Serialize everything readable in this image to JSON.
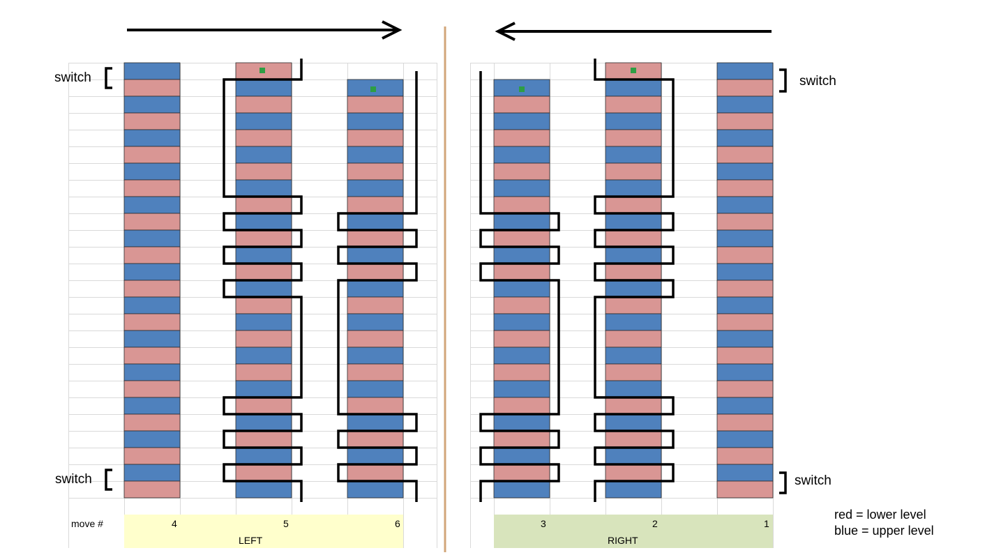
{
  "labels": {
    "switch_top_left": "switch",
    "switch_bottom_left": "switch",
    "switch_top_right": "switch",
    "switch_bottom_right": "switch",
    "move_header": "move #",
    "left_group": "LEFT",
    "right_group": "RIGHT"
  },
  "moves": {
    "col_4": "4",
    "col_5": "5",
    "col_6": "6",
    "col_3": "3",
    "col_2": "2",
    "col_1": "1"
  },
  "legend": {
    "red": "red = lower level",
    "blue": "blue = upper level"
  },
  "colors": {
    "red": "#d99694",
    "blue": "#4f81bd",
    "left_band": "#ffffcc",
    "right_band": "#d8e4bc",
    "divider": "#d2a679",
    "marker": "#2e9e44",
    "grid": "#d9d9d9",
    "path": "#000000"
  },
  "arrows": {
    "left_half": "right",
    "right_half": "left"
  }
}
